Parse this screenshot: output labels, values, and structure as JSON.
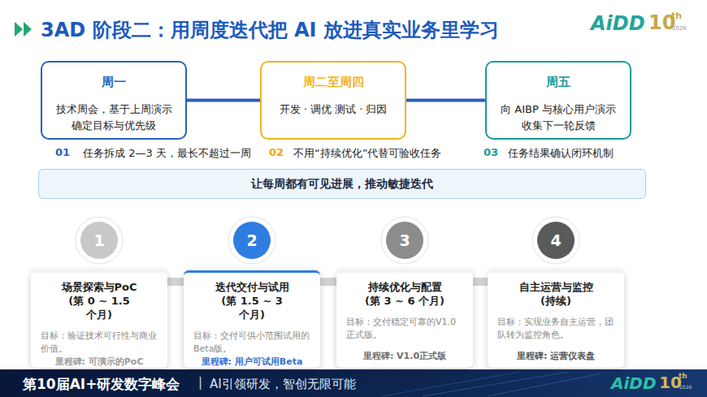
{
  "diagram": {
    "title": "3AD 阶段二：用周度迭代把 AI 放进真实业务里学习",
    "nodes": [
      {
        "text": [
          "周一",
          "技术周会，基于上周演示 确定目标与优先级"
        ]
      },
      {
        "text": [
          "周二至周四",
          "开发 · 调优 测试 · 归因"
        ]
      },
      {
        "text": [
          "周五",
          "向 AIBP 与核心用户演示 收集下一轮反馈"
        ]
      },
      {
        "text": [
          "让每周都有可见进展，推动敏捷迭代"
        ]
      },
      {
        "text": [
          "1"
        ]
      },
      {
        "text": [
          "2"
        ]
      },
      {
        "text": [
          "3"
        ]
      },
      {
        "text": [
          "4"
        ]
      },
      {
        "text": [
          "场景探索与PoC (第 0 ~ 1.5 个月)",
          "目标：验证技术可行性与商业价值。",
          "里程碑: 可演示的PoC"
        ]
      },
      {
        "text": [
          "迭代交付与试用 (第 1.5 ~ 3 个月)",
          "目标：交付可供小范围试用的Beta版。",
          "里程碑: 用户可试用Beta"
        ]
      },
      {
        "text": [
          "持续优化与配置 (第 3 ~ 6 个月)",
          "目标：交付稳定可靠的V1.0正式版。",
          "里程碑: V1.0正式版"
        ]
      },
      {
        "text": [
          "自主运营与监控 (持续)",
          "目标：实现业务自主运营，团队转为监控角色。",
          "里程碑: 运营仪表盘"
        ]
      }
    ],
    "edges": [
      {
        "from": 0,
        "to": 1,
        "arrow": "none"
      },
      {
        "from": 1,
        "to": 2,
        "arrow": "none"
      },
      {
        "from": 8,
        "to": 9,
        "arrow": "none"
      },
      {
        "from": 9,
        "to": 10,
        "arrow": "none"
      },
      {
        "from": 10,
        "to": 11,
        "arrow": "none"
      }
    ],
    "labels": [
      "AiDD",
      "10",
      "th",
      "2026",
      "01",
      "任务拆成 2—3 天，最长不超过一周",
      "02",
      "不用“持续优化”代替可验收任务",
      "03",
      "任务结果确认闭环机制",
      "第10届AI+研发数字峰会",
      "|",
      "AI引领研发，智创无限可能",
      "AiDD",
      "10",
      "th",
      "2026"
    ]
  }
}
